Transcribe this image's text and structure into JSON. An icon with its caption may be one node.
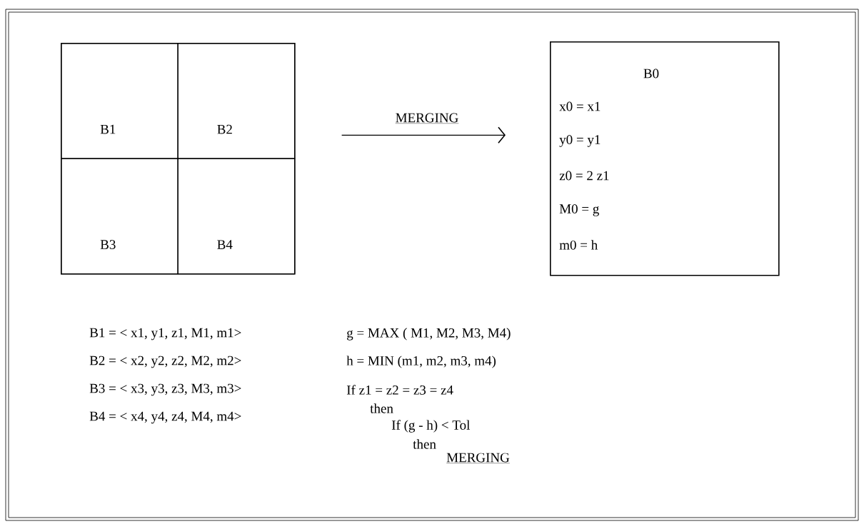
{
  "diagram": {
    "nodes": [
      {
        "text": [],
        "shape": "box"
      },
      {
        "text": [
          "B1"
        ],
        "in": 0
      },
      {
        "text": [
          "B2"
        ],
        "in": 0
      },
      {
        "text": [
          "B3"
        ],
        "in": 0
      },
      {
        "text": [
          "B4"
        ],
        "in": 0
      },
      {
        "text": [
          "B0",
          "x0 = x1",
          "y0 = y1",
          "z0 = 2 z1",
          "M0 = g",
          "m0 = h"
        ]
      }
    ],
    "edges": [
      {
        "from": 0,
        "to": 5,
        "arrow": "to",
        "label": "MERGING"
      }
    ],
    "labels": [
      "B1 = < x1, y1, z1, M1, m1>",
      "B2 = < x2, y2, z2, M2, m2>",
      "B3 = < x3, y3, z3, M3, m3>",
      "B4 = < x4, y4, z4, M4, m4>",
      "g = MAX ( M1, M2, M3, M4)",
      "h = MIN (m1, m2, m3, m4)",
      "If z1 = z2 = z3 = z4",
      "then",
      "If (g - h) < Tol",
      "then",
      "MERGING"
    ]
  }
}
